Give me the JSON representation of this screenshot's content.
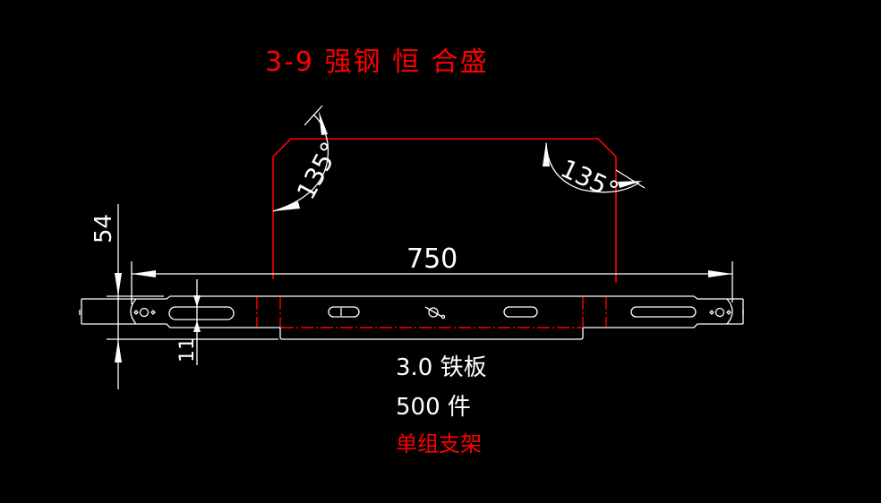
{
  "title": "3-9 强钢 恒 合盛",
  "dimensions": {
    "length": "750",
    "height": "54",
    "slot_width": "11",
    "angle_left": "135°",
    "angle_right": "135°"
  },
  "notes": {
    "material": "3.0 铁板",
    "quantity": "500 件",
    "description": "单组支架"
  },
  "colors": {
    "background": "#000000",
    "geometry": "#ffffff",
    "highlight": "#ff0000"
  }
}
